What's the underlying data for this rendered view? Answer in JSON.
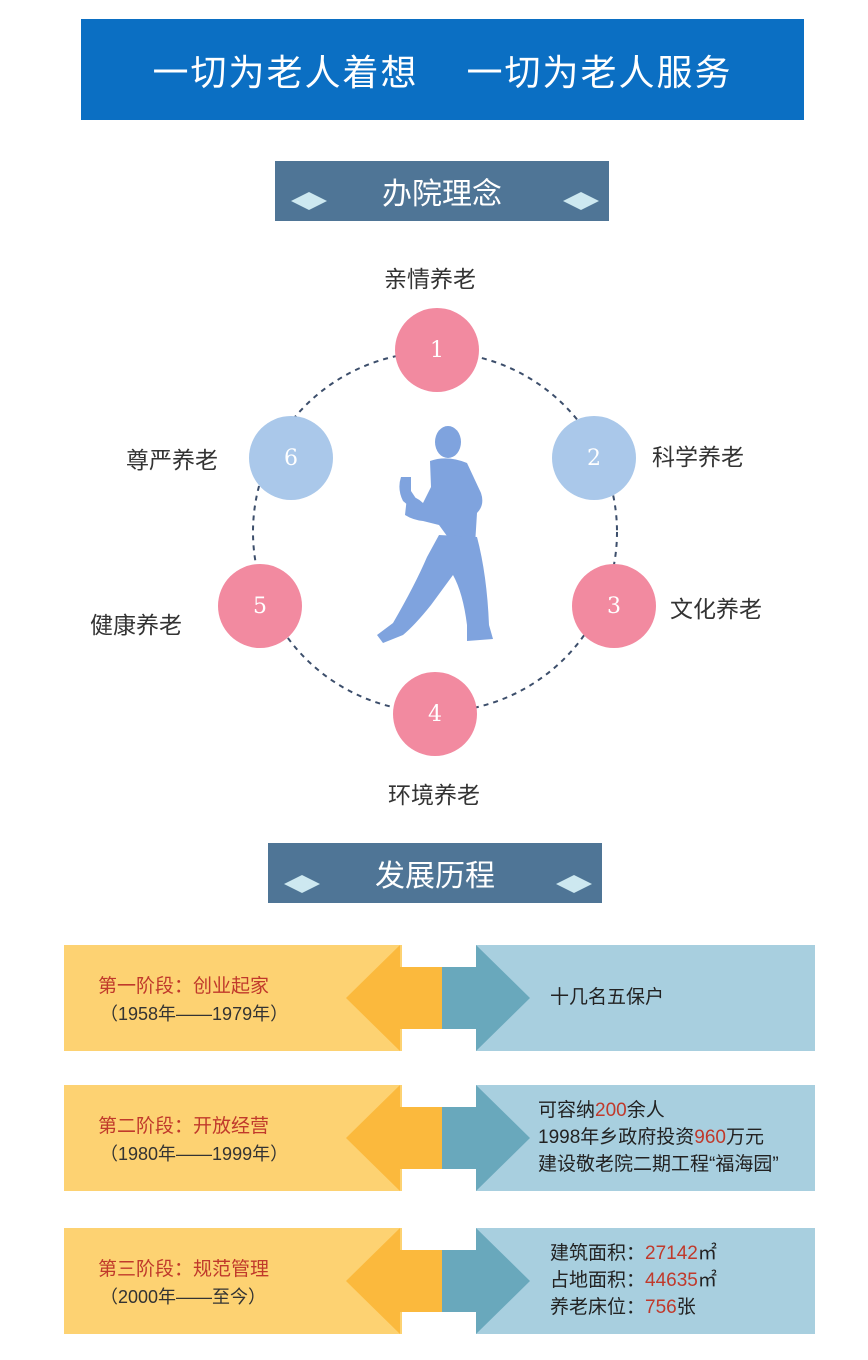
{
  "banner": {
    "left": "一切为老人着想",
    "right": "一切为老人服务"
  },
  "philosophy": {
    "title": "办院理念",
    "items": [
      {
        "num": "1",
        "label": "亲情养老"
      },
      {
        "num": "2",
        "label": "科学养老"
      },
      {
        "num": "3",
        "label": "文化养老"
      },
      {
        "num": "4",
        "label": "环境养老"
      },
      {
        "num": "5",
        "label": "健康养老"
      },
      {
        "num": "6",
        "label": "尊严养老"
      }
    ],
    "colors": {
      "pink": "#f28aa0",
      "blue": "#aac8ea",
      "figure": "#7fa3de"
    }
  },
  "history": {
    "title": "发展历程",
    "stages": [
      {
        "title": "第一阶段：创业起家",
        "period": "（1958年——1979年）",
        "lines": [
          [
            {
              "t": "十几名五保户"
            }
          ]
        ]
      },
      {
        "title": "第二阶段：开放经营",
        "period": "（1980年——1999年）",
        "lines": [
          [
            {
              "t": "可容纳"
            },
            {
              "t": "200",
              "hl": true
            },
            {
              "t": "余人"
            }
          ],
          [
            {
              "t": "1998年乡政府投资"
            },
            {
              "t": "960",
              "hl": true
            },
            {
              "t": "万元"
            }
          ],
          [
            {
              "t": "建设敬老院二期工程“福海园”"
            }
          ]
        ]
      },
      {
        "title": "第三阶段：规范管理",
        "period": "（2000年——至今）",
        "lines": [
          [
            {
              "t": "建筑面积："
            },
            {
              "t": "27142",
              "hl": true
            },
            {
              "t": "㎡"
            }
          ],
          [
            {
              "t": "占地面积："
            },
            {
              "t": "44635",
              "hl": true
            },
            {
              "t": "㎡"
            }
          ],
          [
            {
              "t": "养老床位："
            },
            {
              "t": "756",
              "hl": true
            },
            {
              "t": "张"
            }
          ]
        ]
      }
    ],
    "colors": {
      "left_box": "#fdd272",
      "right_box": "#a8cfdf",
      "left_arrow": "#fbb93d",
      "right_arrow": "#69a8bc",
      "highlight": "#c0392b"
    }
  }
}
